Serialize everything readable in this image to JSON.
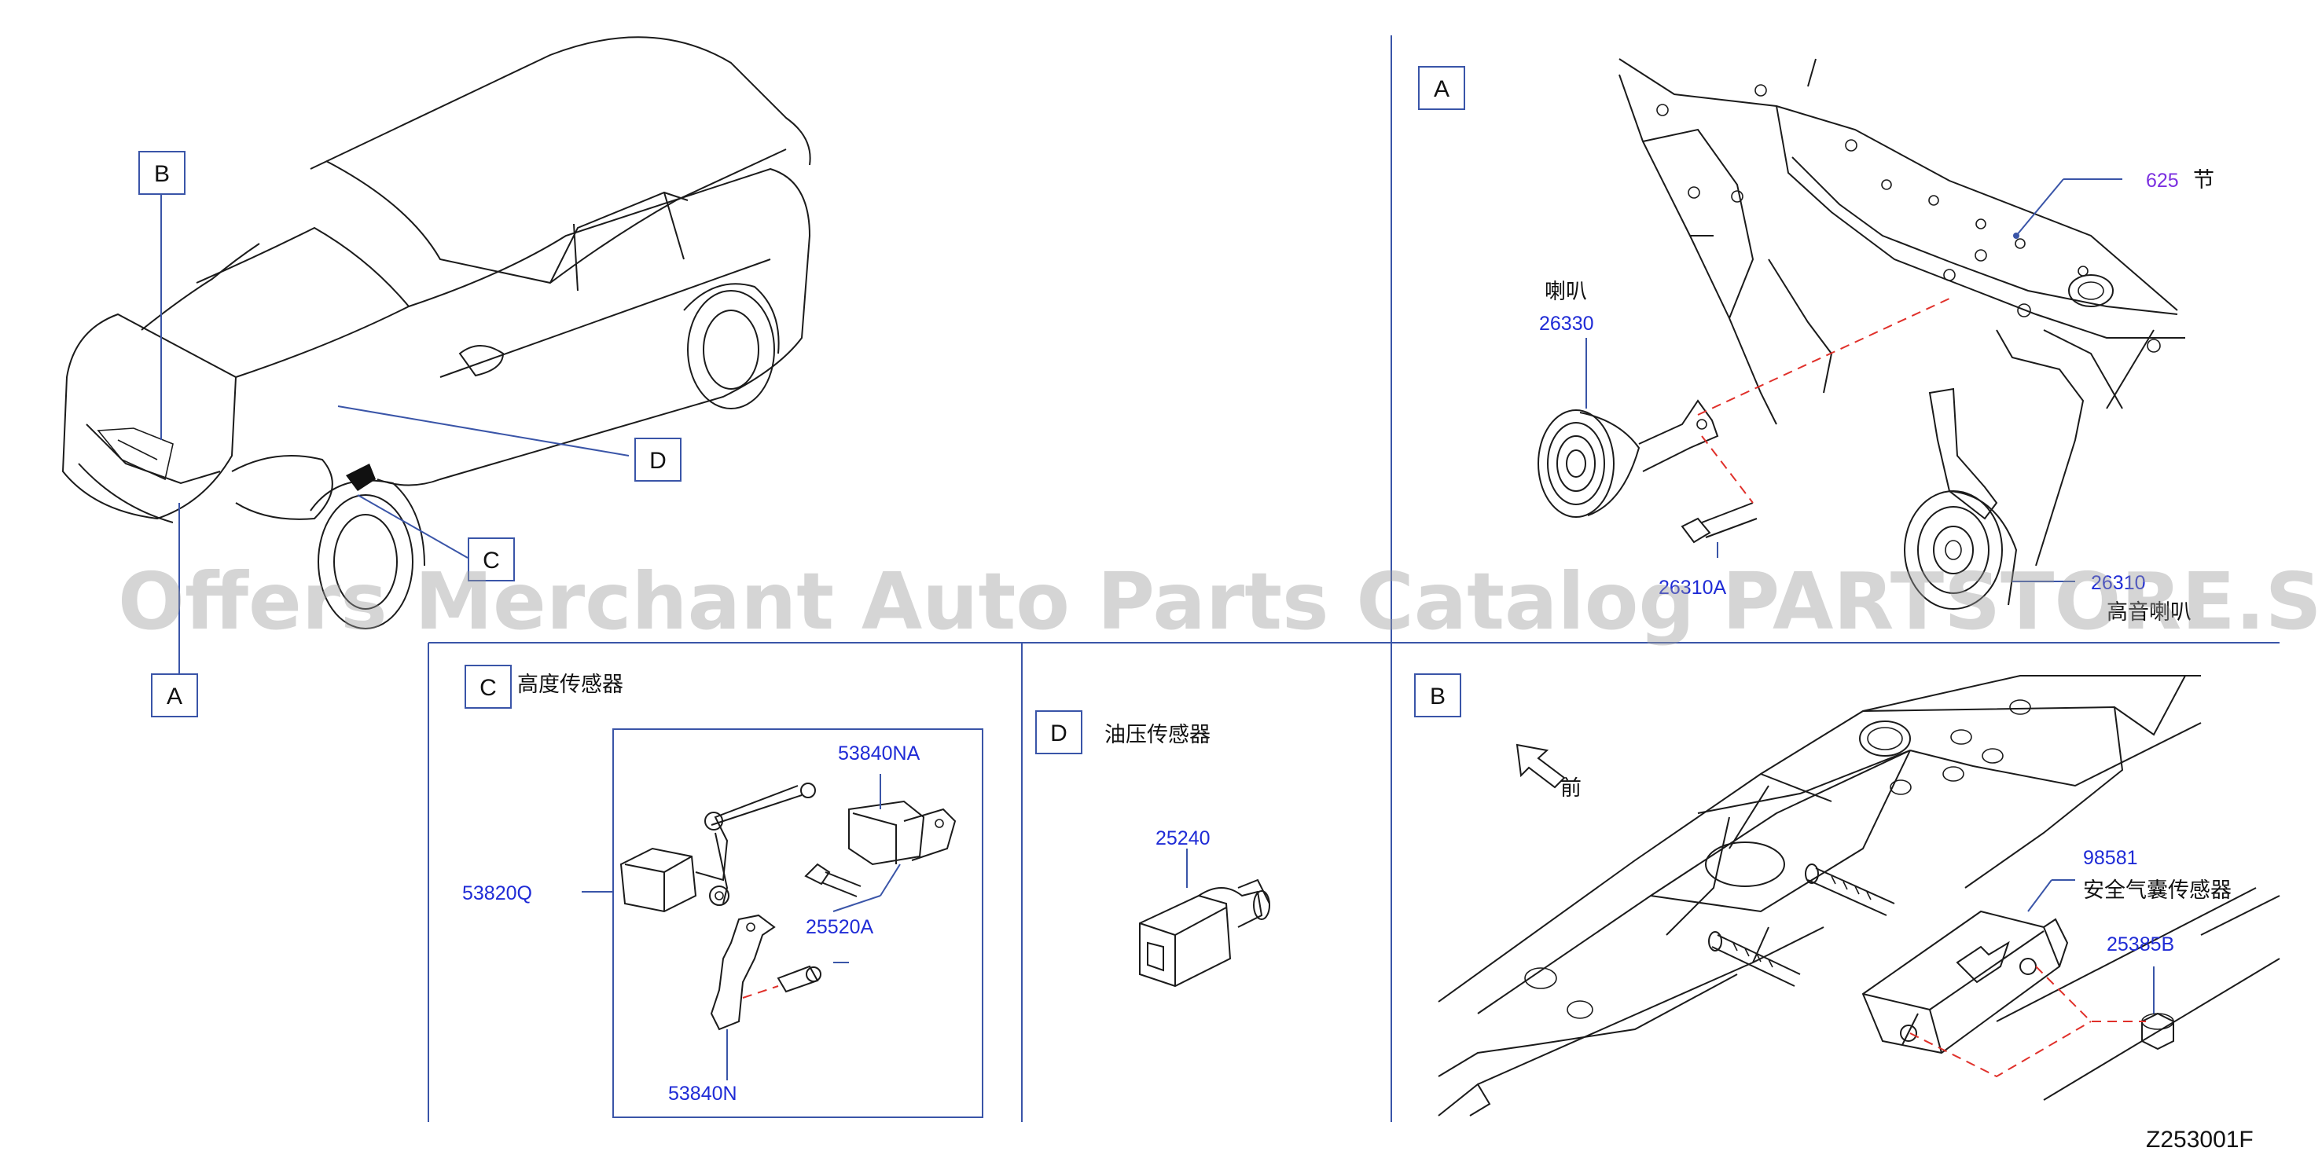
{
  "diagram": {
    "callouts": {
      "car_A": "A",
      "car_B": "B",
      "car_C": "C",
      "car_D": "D",
      "panel_A": "A",
      "panel_B": "B",
      "panel_C": "C",
      "panel_D": "D"
    },
    "panel_A": {
      "frame_part": "625",
      "frame_label": "节",
      "horn_left_label": "喇叭",
      "horn_left_part": "26330",
      "bolt_part": "26310A",
      "horn_right_part": "26310",
      "horn_right_label": "高音喇叭"
    },
    "panel_C": {
      "title": "高度传感器",
      "parts": [
        "53840NA",
        "53820Q",
        "25520A",
        "53840N"
      ]
    },
    "panel_D": {
      "title": "油压传感器",
      "part": "25240"
    },
    "panel_B": {
      "front_label": "前",
      "sensor_part": "98581",
      "sensor_label": "安全气囊传感器",
      "nut_part": "25385B"
    },
    "diagram_code": "Z253001F",
    "watermark": "Offers Merchant Auto Parts Catalog PARTSTORE.SA"
  }
}
